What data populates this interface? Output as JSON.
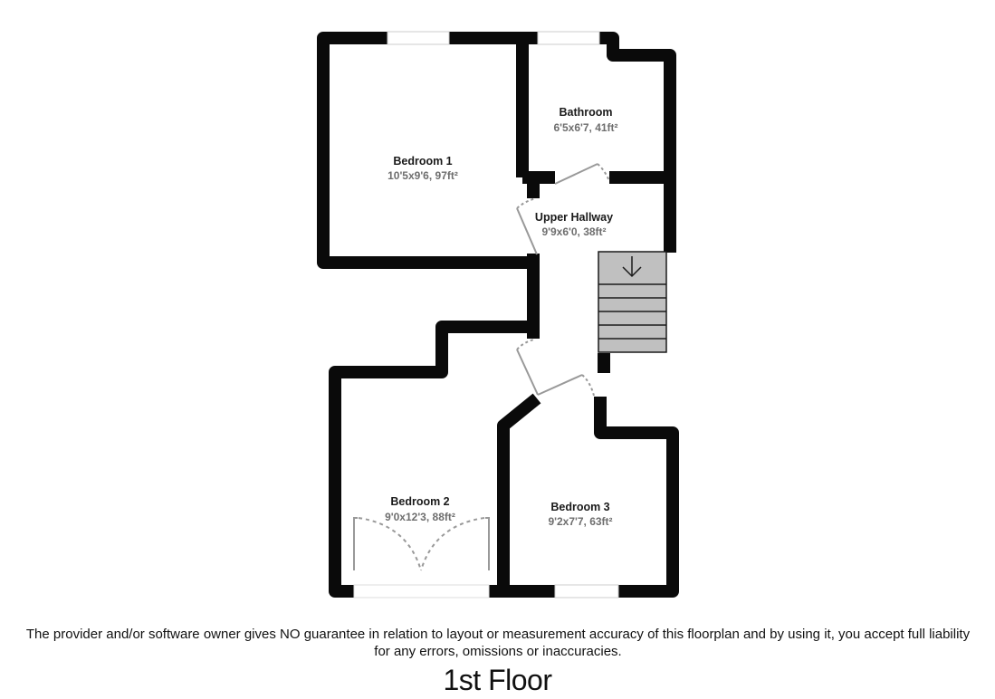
{
  "floorplan": {
    "floor_title": "1st Floor",
    "disclaimer": "The provider and/or software owner gives NO guarantee in relation to layout or measurement accuracy of this floorplan and by using it, you accept full liability for any errors, omissions or inaccuracies.",
    "rooms": [
      {
        "name": "Bedroom 1",
        "dimensions": "10'5x9'6, 97ft²"
      },
      {
        "name": "Bathroom",
        "dimensions": "6'5x6'7, 41ft²"
      },
      {
        "name": "Upper Hallway",
        "dimensions": "9'9x6'0, 38ft²"
      },
      {
        "name": "Bedroom 2",
        "dimensions": "9'0x12'3, 88ft²"
      },
      {
        "name": "Bedroom 3",
        "dimensions": "9'2x7'7, 63ft²"
      }
    ],
    "stairs": {
      "direction": "down",
      "icon": "arrow-down-icon",
      "steps": 5
    },
    "colors": {
      "wall": "#0a0a0a",
      "stairs_fill": "#c0c0c0",
      "door_swing": "#999999",
      "dimension_text": "#6e6e6e"
    }
  }
}
